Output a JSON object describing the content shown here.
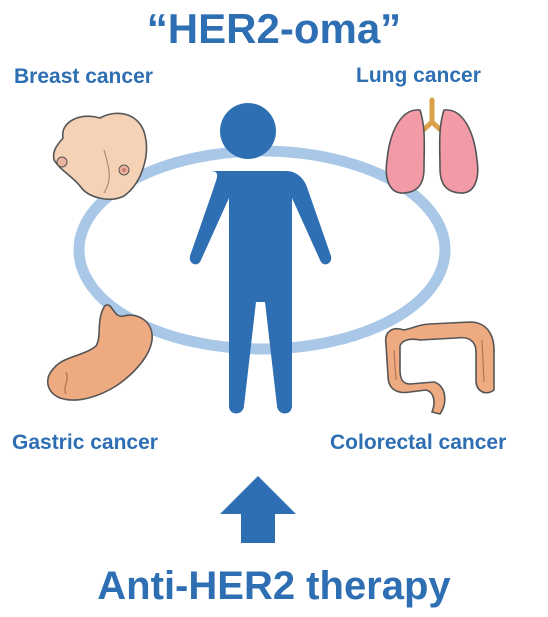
{
  "title": "“HER2-oma”",
  "organs": {
    "breast": {
      "label": "Breast cancer",
      "icon": "breast-icon"
    },
    "lung": {
      "label": "Lung cancer",
      "icon": "lungs-icon"
    },
    "gastric": {
      "label": "Gastric cancer",
      "icon": "stomach-icon"
    },
    "colorectal": {
      "label": "Colorectal cancer",
      "icon": "colon-icon"
    }
  },
  "center_icon": "person-icon",
  "arrow_icon": "up-arrow-icon",
  "therapy": "Anti-HER2 therapy",
  "colors": {
    "text": "#2e6fb3",
    "person": "#2e6fb3",
    "ring": "#a9c8e8",
    "skin": "#f5d2b5",
    "lung": "#f29aa6",
    "organ_orange": "#eeaa80",
    "outline": "#555555"
  }
}
